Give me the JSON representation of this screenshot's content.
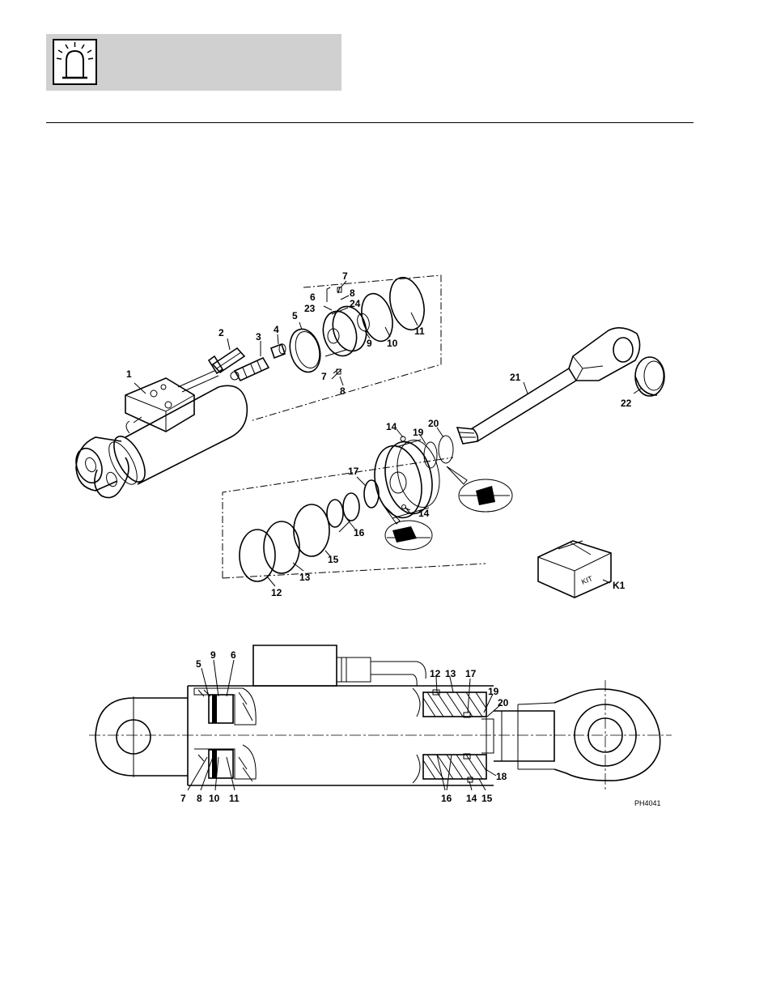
{
  "header": {
    "icon": "warning-beacon-icon"
  },
  "exploded_labels": [
    "1",
    "2",
    "3",
    "4",
    "5",
    "6",
    "23",
    "7",
    "8",
    "24",
    "9",
    "10",
    "11",
    "7",
    "8",
    "21",
    "22",
    "14",
    "19",
    "20",
    "17",
    "14",
    "16",
    "15",
    "12",
    "13",
    "K1"
  ],
  "kit_box_text": "KIT",
  "section_labels_top": [
    "5",
    "9",
    "6",
    "12",
    "13",
    "17",
    "19",
    "20"
  ],
  "section_labels_bottom": [
    "7",
    "8",
    "10",
    "11",
    "16",
    "14",
    "15",
    "18"
  ],
  "figure_id": "PH4041"
}
